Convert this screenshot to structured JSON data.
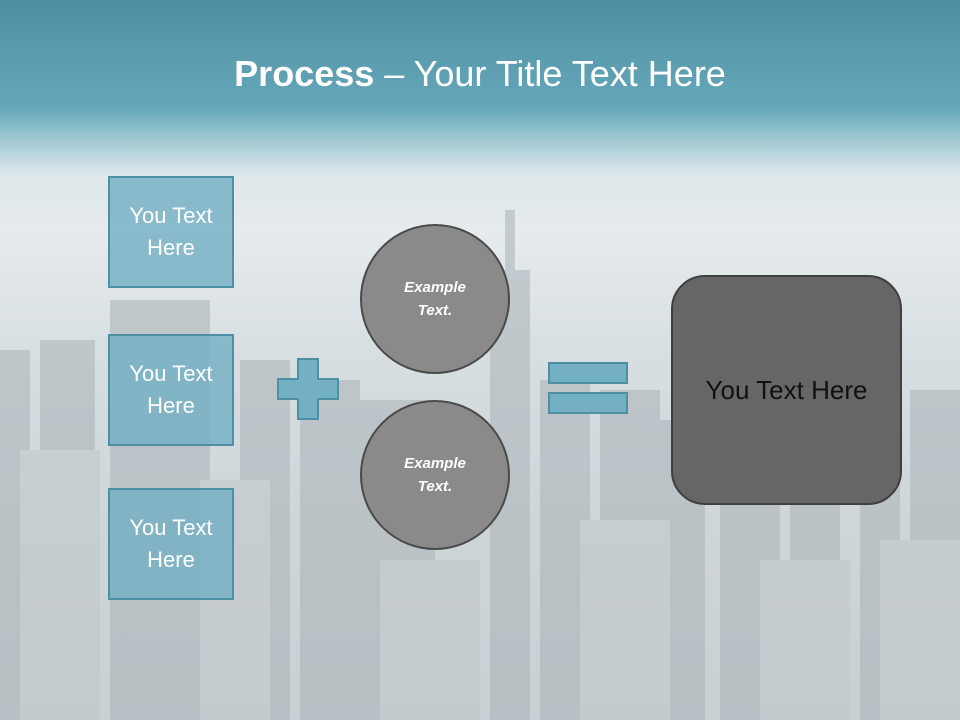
{
  "title": {
    "bold": "Process",
    "rest": " – Your Title Text Here"
  },
  "boxes": [
    {
      "label": "You Text Here"
    },
    {
      "label": "You Text Here"
    },
    {
      "label": "You Text Here"
    }
  ],
  "circles": [
    {
      "label": "Example Text."
    },
    {
      "label": "Example Text."
    }
  ],
  "result": {
    "label": "You Text Here"
  },
  "icons": {
    "plus": "plus-icon",
    "equals": "equals-icon"
  },
  "colors": {
    "header": "#5c9fb2",
    "box_fill": "#74b0c4",
    "box_border": "#4d8fa5",
    "circle_fill": "#8a8a8a",
    "result_fill": "#666666"
  }
}
